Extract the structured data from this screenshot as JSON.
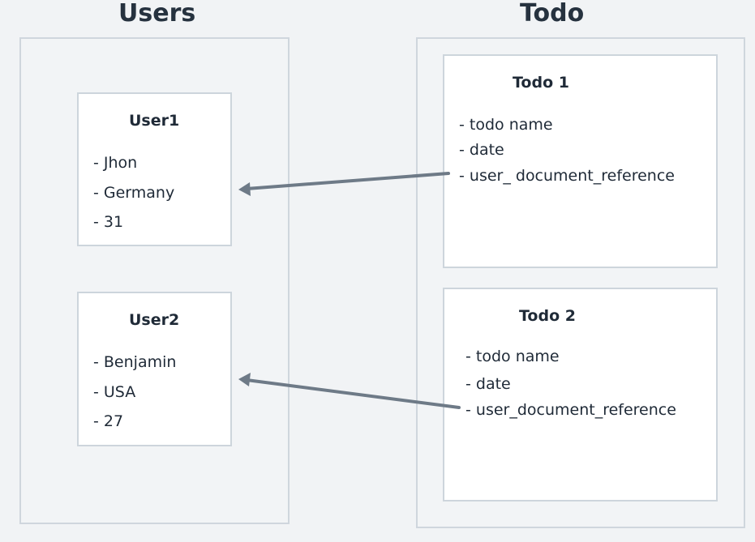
{
  "users_heading": "Users",
  "todo_heading": "Todo",
  "users": [
    {
      "title": "User1",
      "fields": [
        "- Jhon",
        "- Germany",
        "- 31"
      ]
    },
    {
      "title": "User2",
      "fields": [
        "- Benjamin",
        "- USA",
        "- 27"
      ]
    }
  ],
  "todos": [
    {
      "title": "Todo 1",
      "fields": [
        "- todo name",
        "- date",
        "- user_ document_reference"
      ]
    },
    {
      "title": "Todo 2",
      "fields": [
        "- todo name",
        "- date",
        "- user_document_reference"
      ]
    }
  ],
  "colors": {
    "background": "#f1f3f5",
    "panel_border": "#cfd6dd",
    "card_border": "#cdd5dc",
    "arrow": "#6e7a87",
    "text": "#1f2a37"
  }
}
